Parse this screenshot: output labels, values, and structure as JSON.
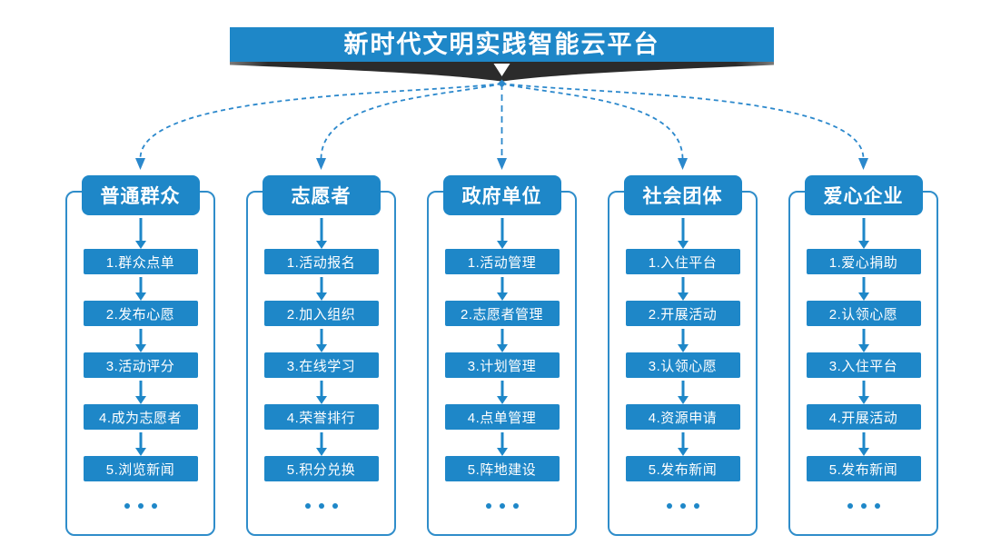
{
  "diagram": {
    "title": "新时代文明实践智能云平台",
    "columns": [
      {
        "header": "普通群众",
        "items": [
          "1.群众点单",
          "2.发布心愿",
          "3.活动评分",
          "4.成为志愿者",
          "5.浏览新闻"
        ],
        "ellipsis": "..."
      },
      {
        "header": "志愿者",
        "items": [
          "1.活动报名",
          "2.加入组织",
          "3.在线学习",
          "4.荣誉排行",
          "5.积分兑换"
        ],
        "ellipsis": "..."
      },
      {
        "header": "政府单位",
        "items": [
          "1.活动管理",
          "2.志愿者管理",
          "3.计划管理",
          "4.点单管理",
          "5.阵地建设"
        ],
        "ellipsis": "..."
      },
      {
        "header": "社会团体",
        "items": [
          "1.入住平台",
          "2.开展活动",
          "3.认领心愿",
          "4.资源申请",
          "5.发布新闻"
        ],
        "ellipsis": "..."
      },
      {
        "header": "爱心企业",
        "items": [
          "1.爱心捐助",
          "2.认领心愿",
          "3.入住平台",
          "4.开展活动",
          "5.发布新闻"
        ],
        "ellipsis": "..."
      }
    ],
    "colors": {
      "primary_blue": "#1e87c8",
      "panel_border_blue": "#2f8dca",
      "connector_blue": "#2b88cc",
      "banner_wing_dark": "#2b2b2b",
      "background": "#ffffff",
      "text_on_blue": "#ffffff"
    },
    "icons": {
      "down_arrow": "down-arrow-icon",
      "ellipsis": "ellipsis-icon",
      "banner_pointer": "banner-pointer-icon",
      "hub_node": "hub-node-icon"
    }
  }
}
